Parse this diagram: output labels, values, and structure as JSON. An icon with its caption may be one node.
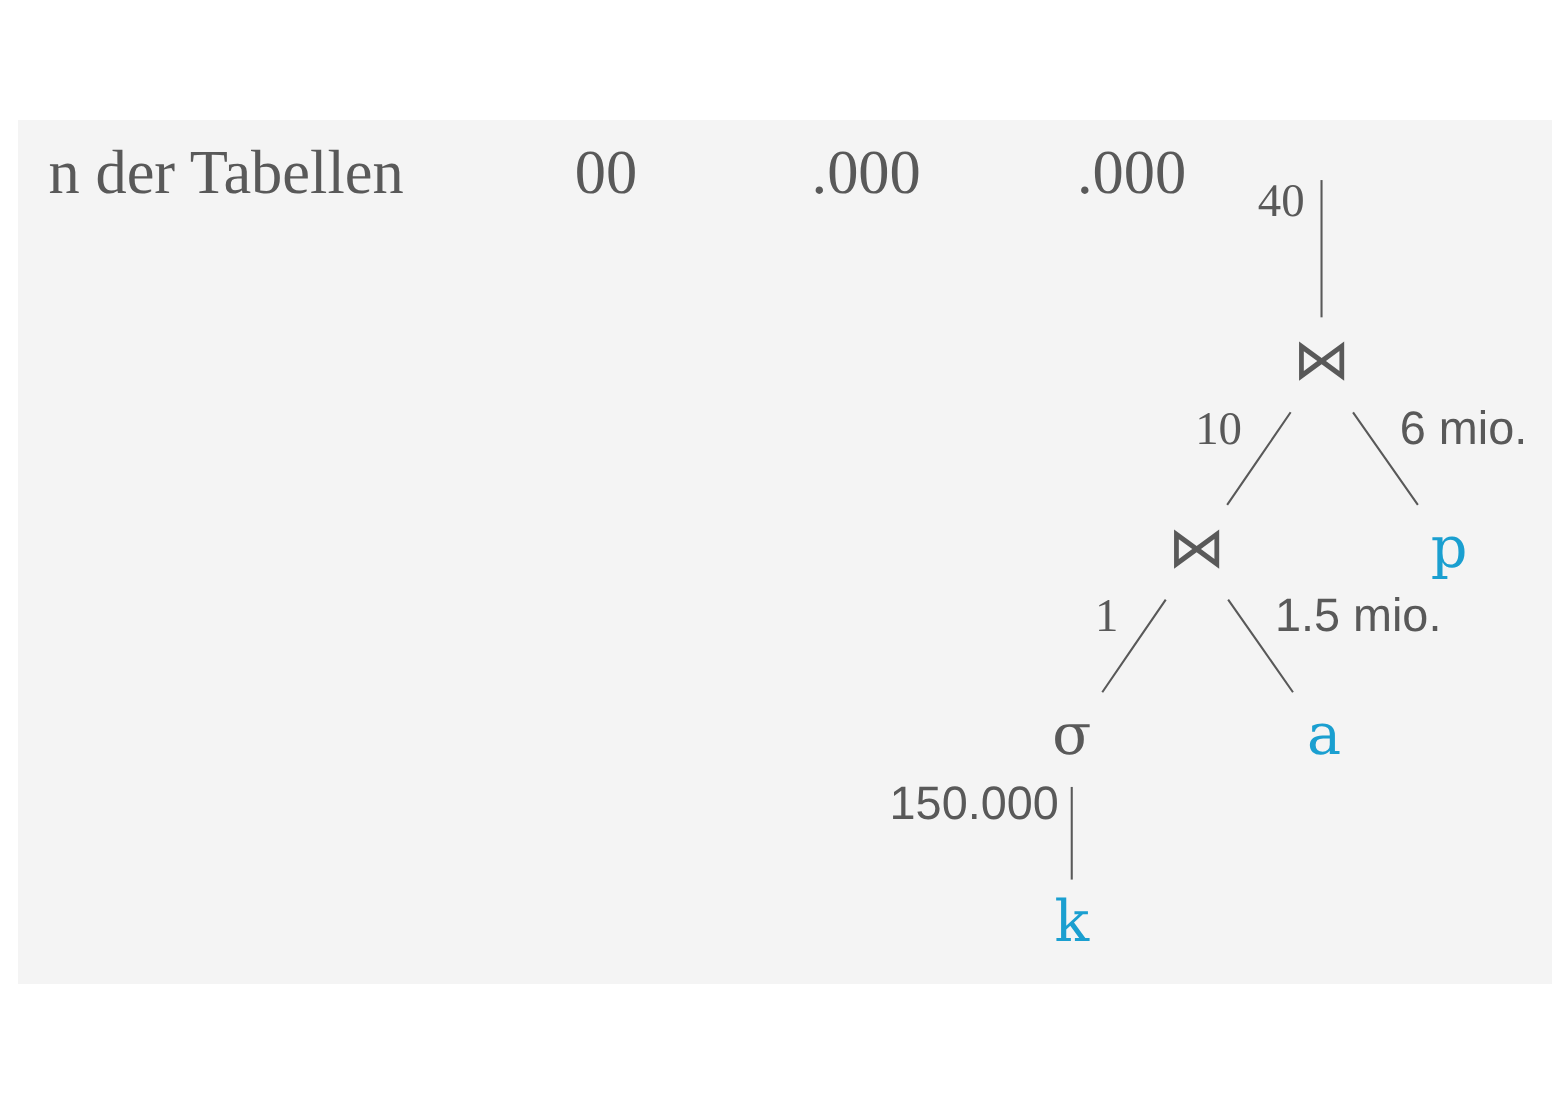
{
  "diagram": {
    "nodes": [
      {
        "text": [
          "⋈"
        ]
      },
      {
        "text": [
          "⋈"
        ]
      },
      {
        "text": [
          "p"
        ]
      },
      {
        "text": [
          "σ"
        ]
      },
      {
        "text": [
          "a"
        ]
      },
      {
        "text": [
          "k"
        ]
      }
    ],
    "edges": [
      {
        "from": null,
        "to": 0,
        "arrow": "none",
        "label": "40"
      },
      {
        "from": 0,
        "to": 1,
        "arrow": "none",
        "label": "10"
      },
      {
        "from": 0,
        "to": 2,
        "arrow": "none",
        "label": "6 mio."
      },
      {
        "from": 1,
        "to": 3,
        "arrow": "none",
        "label": "1"
      },
      {
        "from": 1,
        "to": 4,
        "arrow": "none",
        "label": "1.5 mio."
      },
      {
        "from": 3,
        "to": 5,
        "arrow": "none",
        "label": "150.000"
      }
    ],
    "labels": [
      "n der Tabellen",
      "00",
      ".000",
      ".000"
    ]
  }
}
